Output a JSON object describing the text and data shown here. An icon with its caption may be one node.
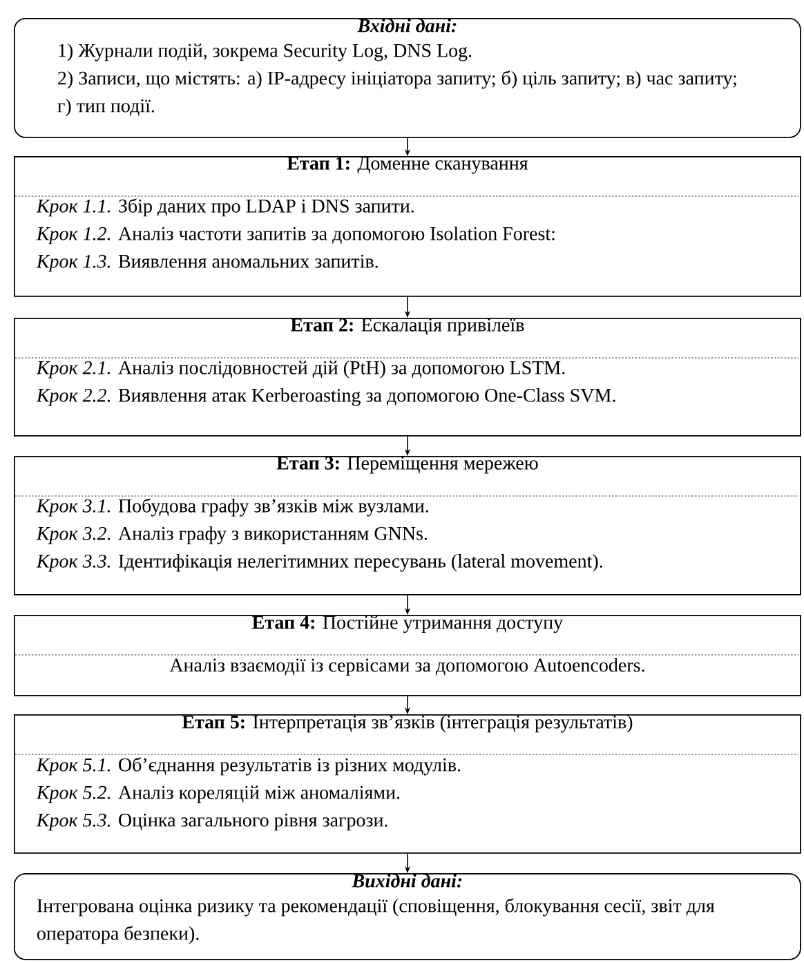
{
  "diagram": {
    "nodes": [
      {
        "text": [
          "Вхідні дані:",
          "1) Журнали подій, зокрема Security Log, DNS Log.",
          "2) Записи, що містять: а) IP-адресу ініціатора запиту; б) ціль запиту; в) час запиту; г) тип події."
        ]
      },
      {
        "text": [
          "**Етап 1:** Доменне сканування",
          "*Крок 1.1.* Збір даних про LDAP і DNS запити.",
          "*Крок 1.2.* Аналіз частоти запитів за допомогою Isolation Forest:",
          "*Крок 1.3.* Виявлення аномальних запитів."
        ]
      },
      {
        "text": [
          "**Етап 2:** Ескалація привілеїв",
          "*Крок 2.1.* Аналіз послідовностей дій (PtH) за допомогою LSTM.",
          "*Крок 2.2.* Виявлення атак Kerberoasting за допомогою One-Class SVM."
        ]
      },
      {
        "text": [
          "**Етап 3:** Переміщення мережею",
          "*Крок 3.1.* Побудова графу зв’язків між вузлами.",
          "*Крок 3.2.* Аналіз графу з використанням GNNs.",
          "*Крок 3.3.* Ідентифікація нелегітимних пересувань (lateral movement)."
        ]
      },
      {
        "text": [
          "**Етап 4:** Постійне утримання доступу",
          "Аналіз взаємодії із сервісами за допомогою Autoencoders."
        ]
      },
      {
        "text": [
          "**Етап 5:** Інтерпретація зв’язків (інтеграція результатів)",
          "*Крок 5.1.* Об’єднання результатів із різних модулів.",
          "*Крок 5.2.* Аналіз кореляцій між аномаліями.",
          "*Крок 5.3.* Оцінка загального рівня загрози."
        ]
      },
      {
        "text": [
          "Вихідні дані:",
          "Інтегрована оцінка ризику та рекомендації (сповіщення, блокування сесії, звіт для оператора безпеки)."
        ]
      }
    ],
    "edges": [
      {
        "from": 0,
        "to": 1,
        "arrow": "to"
      },
      {
        "from": 1,
        "to": 2,
        "arrow": "to"
      },
      {
        "from": 2,
        "to": 3,
        "arrow": "to"
      },
      {
        "from": 3,
        "to": 4,
        "arrow": "to"
      },
      {
        "from": 4,
        "to": 5,
        "arrow": "to"
      },
      {
        "from": 5,
        "to": 6,
        "arrow": "to"
      }
    ]
  }
}
